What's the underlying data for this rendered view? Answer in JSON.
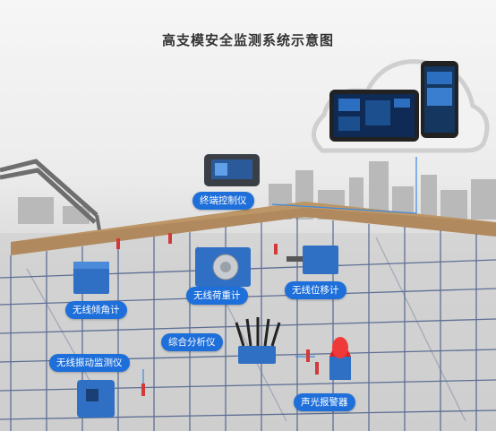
{
  "title": "高支模安全监测系统示意图",
  "labels": {
    "terminal": "终端控制仪",
    "tilt": "无线倾角计",
    "load": "无线荷重计",
    "displacement": "无线位移计",
    "analyzer": "综合分析仪",
    "vibration": "无线振动监测仪",
    "alarm": "声光报警器"
  },
  "colors": {
    "tag": "#1e6fd9",
    "device": "#2f6fc4",
    "slab": "#b08a5e",
    "scaffold": "#4a5e8a"
  }
}
